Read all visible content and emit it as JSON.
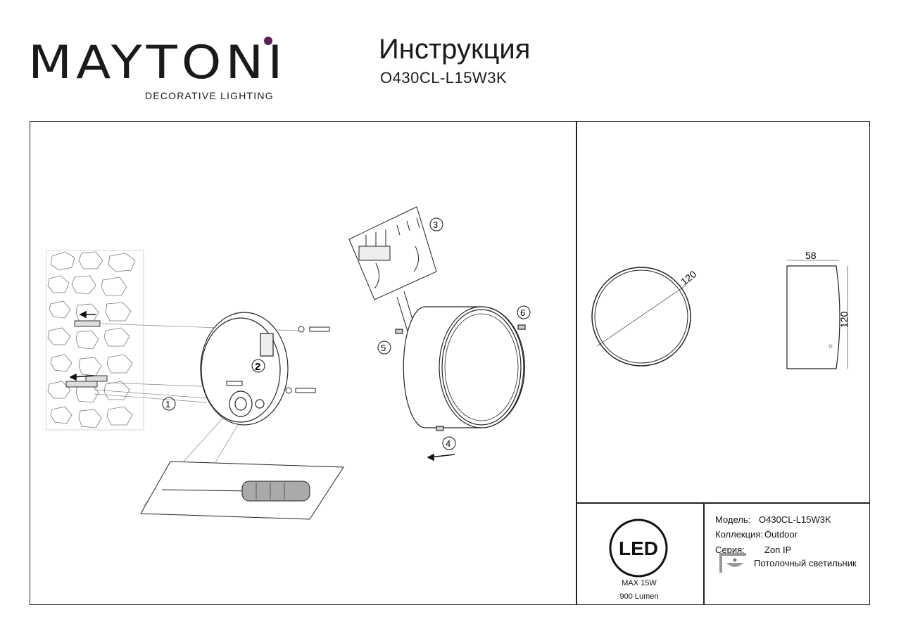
{
  "header": {
    "brand": "MAYTONI",
    "brand_tagline": "DECORATIVE LIGHTING",
    "title": "Инструкция",
    "model": "O430CL-L15W3K"
  },
  "dimensions": {
    "diameter": "120",
    "depth": "58",
    "height": "120"
  },
  "steps": [
    "1",
    "2",
    "3",
    "4",
    "5",
    "6"
  ],
  "led_badge": {
    "label": "LED",
    "power": "MAX 15W",
    "flux": "900 Lumen"
  },
  "spec": {
    "model_label": "Модель:",
    "model_value": "O430CL-L15W3K",
    "collection_label": "Коллекция:",
    "collection_value": "Outdoor",
    "series_label": "Серия:",
    "series_value": "Zon IP",
    "type_value": "Потолочный светильник"
  },
  "colors": {
    "brand_accent": "#5a1e5a",
    "line": "#222222"
  },
  "icons": [
    "ceiling-lamp-icon",
    "screwdriver-icon",
    "arrow-left-icon"
  ]
}
